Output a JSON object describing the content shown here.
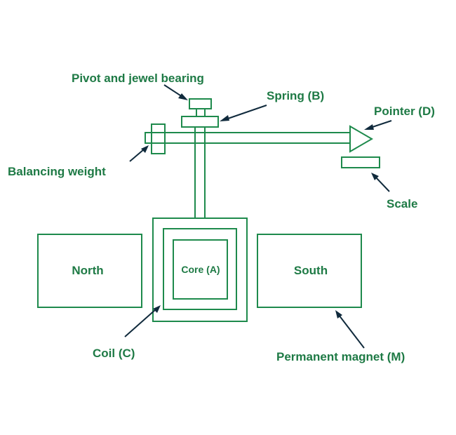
{
  "labels": {
    "pivot": "Pivot and jewel bearing",
    "spring": "Spring (B)",
    "pointer": "Pointer (D)",
    "balancing": "Balancing weight",
    "scale": "Scale",
    "north": "North",
    "south": "South",
    "core": "Core (A)",
    "coil": "Coil (C)",
    "magnet": "Permanent magnet (M)"
  },
  "colors": {
    "shape_stroke": "#1e8a4c",
    "label_text": "#1e7a45",
    "arrow": "#102a3c"
  }
}
